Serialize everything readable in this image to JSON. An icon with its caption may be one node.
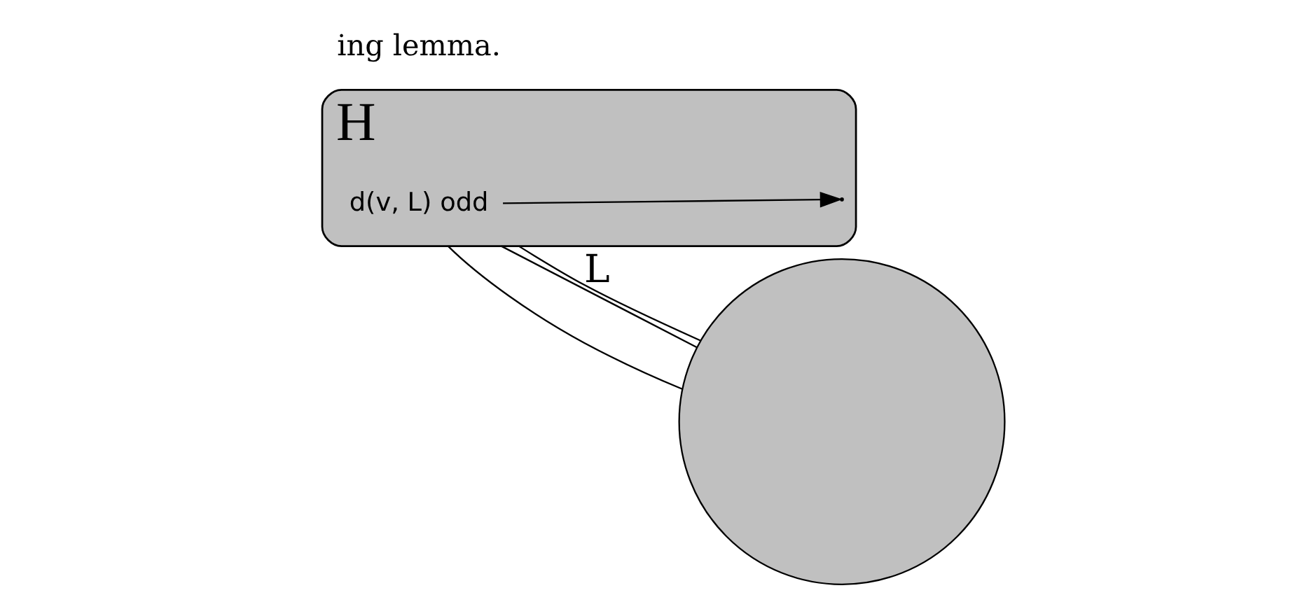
{
  "diagram": {
    "nodes": [
      {
        "text": [
          "H"
        ]
      },
      {
        "text": [],
        "shape": "circle"
      },
      {
        "text": [
          "d(v, L) odd"
        ],
        "in": 0
      }
    ],
    "edges": [
      {
        "from": 2,
        "to": null,
        "arrow": "to"
      },
      {
        "from": 0,
        "to": 1,
        "arrow": "none",
        "label": "L"
      },
      {
        "from": 0,
        "to": 1,
        "arrow": "none"
      },
      {
        "from": 0,
        "to": 1,
        "arrow": "none"
      }
    ],
    "labels": [
      "ing lemma."
    ]
  }
}
